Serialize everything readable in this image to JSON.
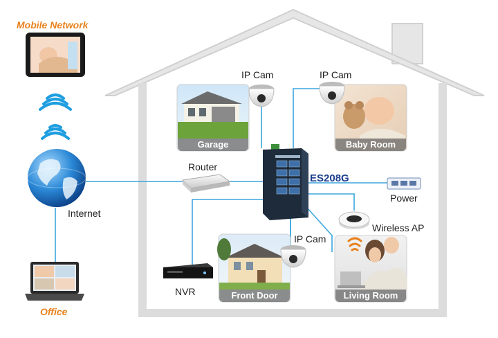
{
  "labels": {
    "mobile_network": "Mobile Network",
    "office": "Office",
    "internet": "Internet",
    "router": "Router",
    "switch_model": "ES208G",
    "power": "Power",
    "wireless_ap": "Wireless AP",
    "nvr": "NVR",
    "ip_cam_garage": "IP Cam",
    "ip_cam_baby_room": "IP Cam",
    "ip_cam_front_door": "IP Cam"
  },
  "photos": {
    "garage": "Garage",
    "baby_room": "Baby Room",
    "front_door": "Front Door",
    "living_room": "Living Room"
  },
  "colors": {
    "link_line": "#3aa6dd",
    "house_outline": "#d8d8d8",
    "accent_orange": "#e8821e",
    "switch_label": "#1c3f8c",
    "switch_body": "#1d2b3a"
  },
  "icons": {
    "mobile": "tablet-icon",
    "wifi": "wifi-signal-icon",
    "internet": "globe-icon",
    "office": "laptop-icon",
    "router": "router-icon",
    "switch": "ethernet-switch-icon",
    "camera": "dome-camera-icon",
    "power": "power-connector-icon",
    "access_point": "access-point-icon",
    "nvr": "nvr-recorder-icon"
  }
}
